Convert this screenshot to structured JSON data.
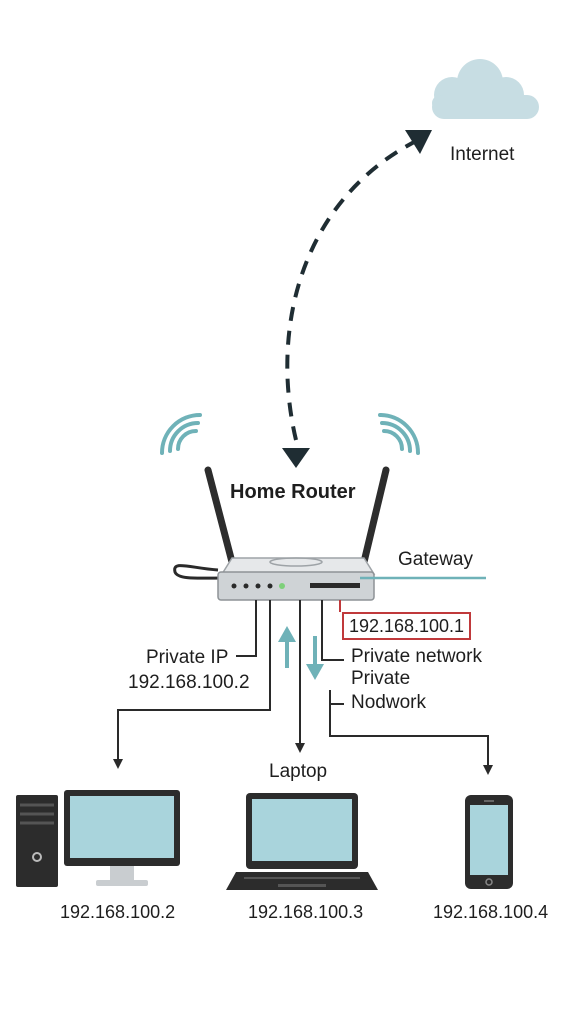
{
  "colors": {
    "accent_teal": "#6fb2b8",
    "line_dark": "#2a2a2a",
    "highlight_red": "#c0393b",
    "screen_blue": "#a9d4dc",
    "cloud": "#c7dde3"
  },
  "icons": [
    "cloud-icon",
    "router-icon",
    "wifi-icon",
    "desktop-computer-icon",
    "laptop-icon",
    "smartphone-icon",
    "arrow-icon"
  ],
  "internet": {
    "label": "Internet"
  },
  "router": {
    "title": "Home Router",
    "gateway_label": "Gateway",
    "gateway_ip": "192.168.100.1",
    "private_network_label": "Private network",
    "private_label": "Private",
    "nodwork_label": "Nodwork",
    "private_ip_label": "Private IP",
    "private_ip_value": "192.168.100.2"
  },
  "devices": [
    {
      "ip": "192.168.100.2"
    },
    {
      "label": "Laptop",
      "ip": "192.168.100.3"
    },
    {
      "ip": "192.168.100.4"
    }
  ]
}
